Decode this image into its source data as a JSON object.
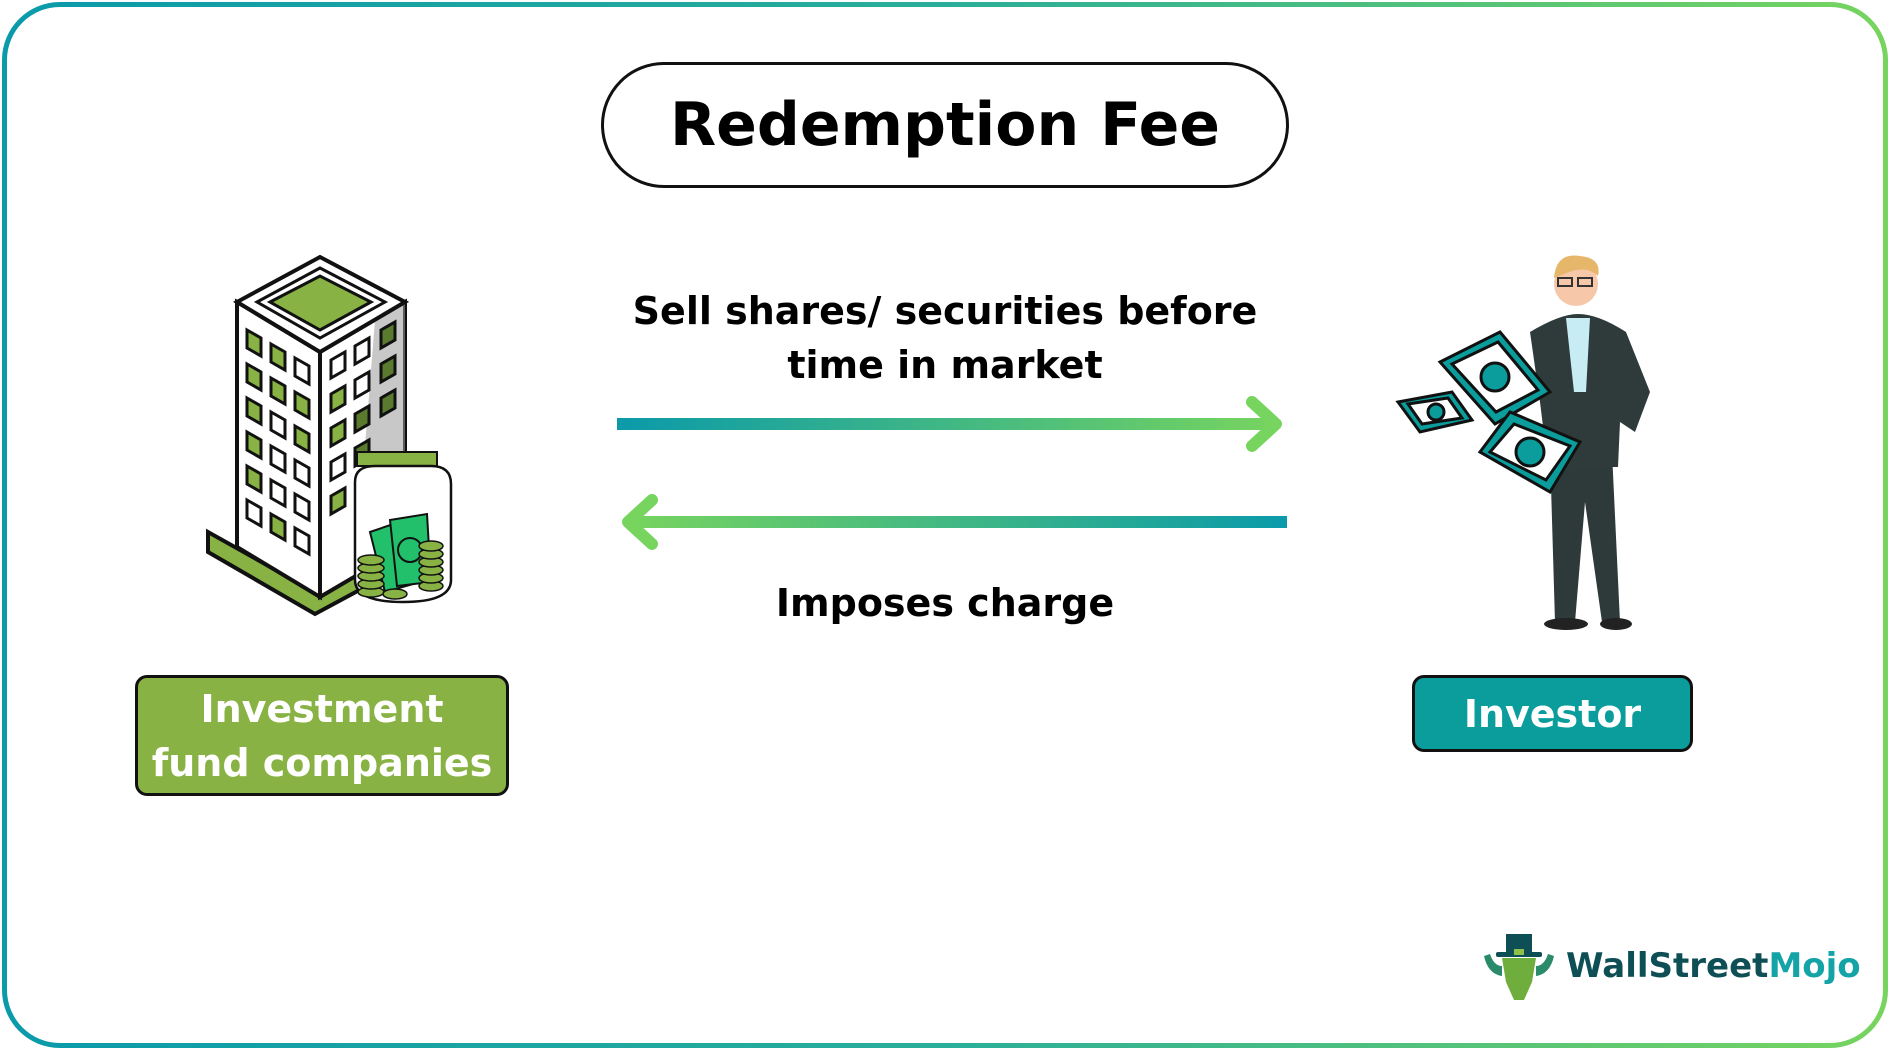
{
  "title": "Redemption Fee",
  "flows": [
    {
      "label": "Sell shares/ securities before time in market",
      "line1": "Sell shares/ securities before",
      "line2": "time in market",
      "direction": "left-to-right",
      "gradient": [
        "#0a9aaa",
        "#77d45e"
      ]
    },
    {
      "label": "Imposes charge",
      "direction": "right-to-left",
      "gradient": [
        "#77d45e",
        "#0a9aaa"
      ]
    }
  ],
  "entities": {
    "left": {
      "label": "Investment fund companies",
      "line1": "Investment",
      "line2": "fund companies",
      "color": "#88b243",
      "icon": "office-building-money-jar-icon"
    },
    "right": {
      "label": "Investor",
      "color": "#0a9d9c",
      "icon": "businessman-with-banknotes-icon"
    }
  },
  "branding": {
    "part1": "WallStreet",
    "part2": "Mojo",
    "color1": "#0e4f55",
    "color2": "#14a3a6",
    "icon": "wallstreetmojo-bull-logo-icon"
  },
  "colors": {
    "frame_start": "#0a9aaa",
    "frame_end": "#77d45e",
    "green": "#88b243",
    "teal": "#0a9d9c"
  }
}
